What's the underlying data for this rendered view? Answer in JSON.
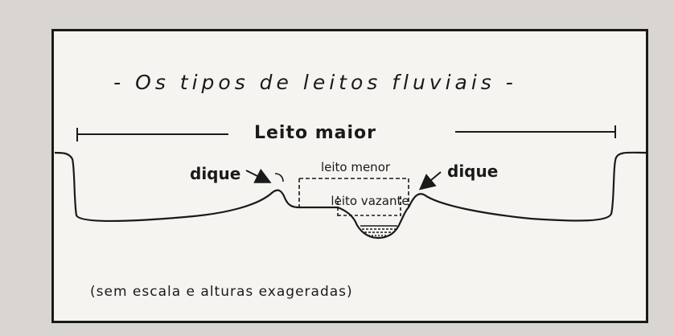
{
  "diagram": {
    "title": "- Os tipos de leitos fluviais -",
    "labels": {
      "leito_maior": "Leito maior",
      "leito_menor": "leito menor",
      "leito_vazante": "leito vazante",
      "dique_left": "dique",
      "dique_right": "dique"
    },
    "note": "(sem escala e alturas exageradas)"
  },
  "colors": {
    "ink": "#1a1a1a",
    "paper": "#f5f4f1",
    "background": "#d9d6d2"
  }
}
